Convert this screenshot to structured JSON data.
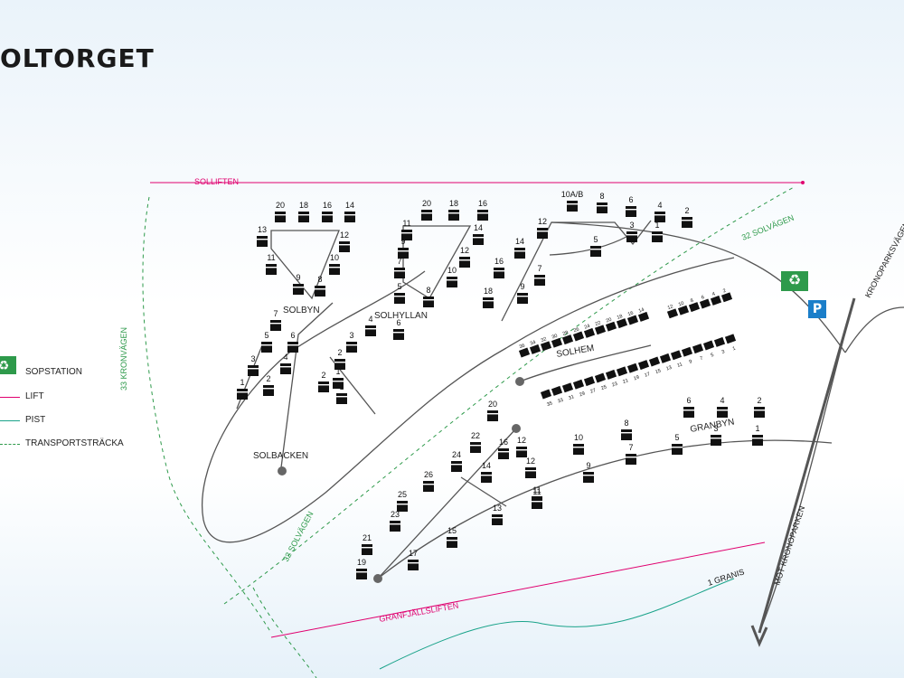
{
  "map": {
    "title": "OLTORGET",
    "areas": [
      "SOLBYN",
      "SOLHYLLAN",
      "SOLBACKEN",
      "SOLHEM",
      "GRANBYN"
    ],
    "roads": {
      "kronovagen": "33 KRONVÄGEN",
      "solvagen_upper": "32 SOLVÄGEN",
      "solvagen_lower": "32 SOLVÄGEN",
      "kronoparksvagen": "KRONOPARKSVÄGEN",
      "mot_kronoparken": "MOT KRONOPARKEN"
    },
    "lifts": {
      "solliften": "SOLLIFTEN",
      "granfjallsliften": "GRANFJÄLLSLIFTEN"
    },
    "pistes": {
      "granis": "1 GRANIS"
    },
    "legend": [
      {
        "key": "sopstation",
        "label": "SOPSTATION",
        "symbol": "recycle-icon"
      },
      {
        "key": "lift",
        "label": "LIFT",
        "color": "#e0006f"
      },
      {
        "key": "pist",
        "label": "PIST",
        "color": "#1aa38a"
      },
      {
        "key": "transport",
        "label": "TRANSPORTSTRÄCKA",
        "color": "#2e9a4b"
      }
    ],
    "symbols": {
      "recycle": "♻",
      "parking": "P"
    },
    "colors": {
      "road": "#555555",
      "lift": "#e0006f",
      "pist": "#1aa38a",
      "transport": "#2e9a4b",
      "cabin": "#111111"
    },
    "cabins": [
      "20",
      "18",
      "16",
      "14",
      "13",
      "12",
      "11",
      "10",
      "9",
      "8",
      "7",
      "6",
      "5",
      "4",
      "3",
      "2",
      "1",
      "20",
      "18",
      "16",
      "11",
      "14",
      "9",
      "12",
      "7",
      "10",
      "5",
      "8",
      "6",
      "4",
      "3",
      "2",
      "1",
      "2",
      "1",
      "10A/B",
      "8",
      "6",
      "4",
      "2",
      "12",
      "14",
      "16",
      "18",
      "7",
      "9",
      "5",
      "3",
      "1",
      "4",
      "2",
      "6",
      "8",
      "12",
      "10",
      "11",
      "9",
      "7",
      "5",
      "3",
      "1",
      "20",
      "22",
      "24",
      "26",
      "25",
      "23",
      "21",
      "19",
      "17",
      "15",
      "16",
      "14",
      "13",
      "12",
      "11",
      "10",
      "9",
      "8",
      "7",
      "6",
      "5",
      "4",
      "3",
      "2",
      "1"
    ],
    "solhem_cabins": [
      "36",
      "34",
      "32",
      "30",
      "28",
      "26",
      "24",
      "22",
      "20",
      "18",
      "16",
      "14",
      "12",
      "10",
      "8",
      "6",
      "4",
      "2",
      "35",
      "33",
      "31",
      "29",
      "27",
      "25",
      "23",
      "21",
      "19",
      "17",
      "15",
      "13",
      "11",
      "9",
      "7",
      "5",
      "3",
      "1"
    ]
  }
}
